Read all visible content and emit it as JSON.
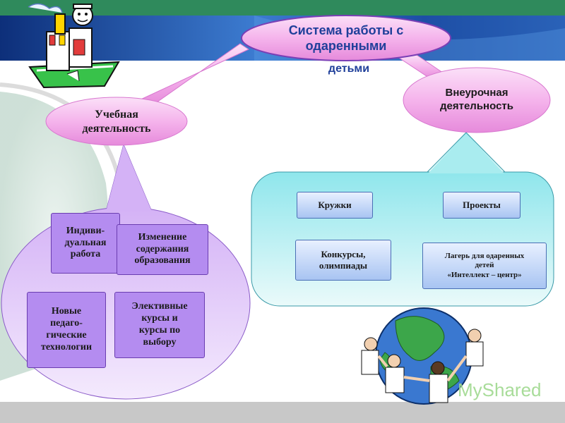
{
  "title": {
    "line1": "Система работы с",
    "line2": "одаренными",
    "line3": "детьми"
  },
  "left_branch": {
    "label_line1": "Учебная",
    "label_line2": "деятельность",
    "items": [
      {
        "line1": "Индиви-",
        "line2": "дуальная",
        "line3": "работа"
      },
      {
        "line1": "Изменение",
        "line2": "содержания",
        "line3": "образования"
      },
      {
        "line1": "Новые",
        "line2": "педаго-",
        "line3": "гические",
        "line4": "технологии"
      },
      {
        "line1": "Элективные",
        "line2": "курсы и",
        "line3": "курсы по",
        "line4": "выбору"
      }
    ]
  },
  "right_branch": {
    "label_line1": "Внеурочная",
    "label_line2": "деятельность",
    "items": [
      {
        "line1": "Кружки"
      },
      {
        "line1": "Проекты"
      },
      {
        "line1": "Конкурсы,",
        "line2": "олимпиады"
      },
      {
        "line1": "Лагерь для одаренных",
        "line2": "детей",
        "line3": "«Интеллект – центр»"
      }
    ]
  },
  "watermark": "MyShared",
  "colors": {
    "header_green": "#2f8a5c",
    "header_blue": "#1d3f8c",
    "pink_ellipse": "#f2a4e8",
    "purple_shape": "#c79cf2",
    "cyan_shape": "#bdf0f2",
    "bottom_bar": "#c8c8c8"
  }
}
